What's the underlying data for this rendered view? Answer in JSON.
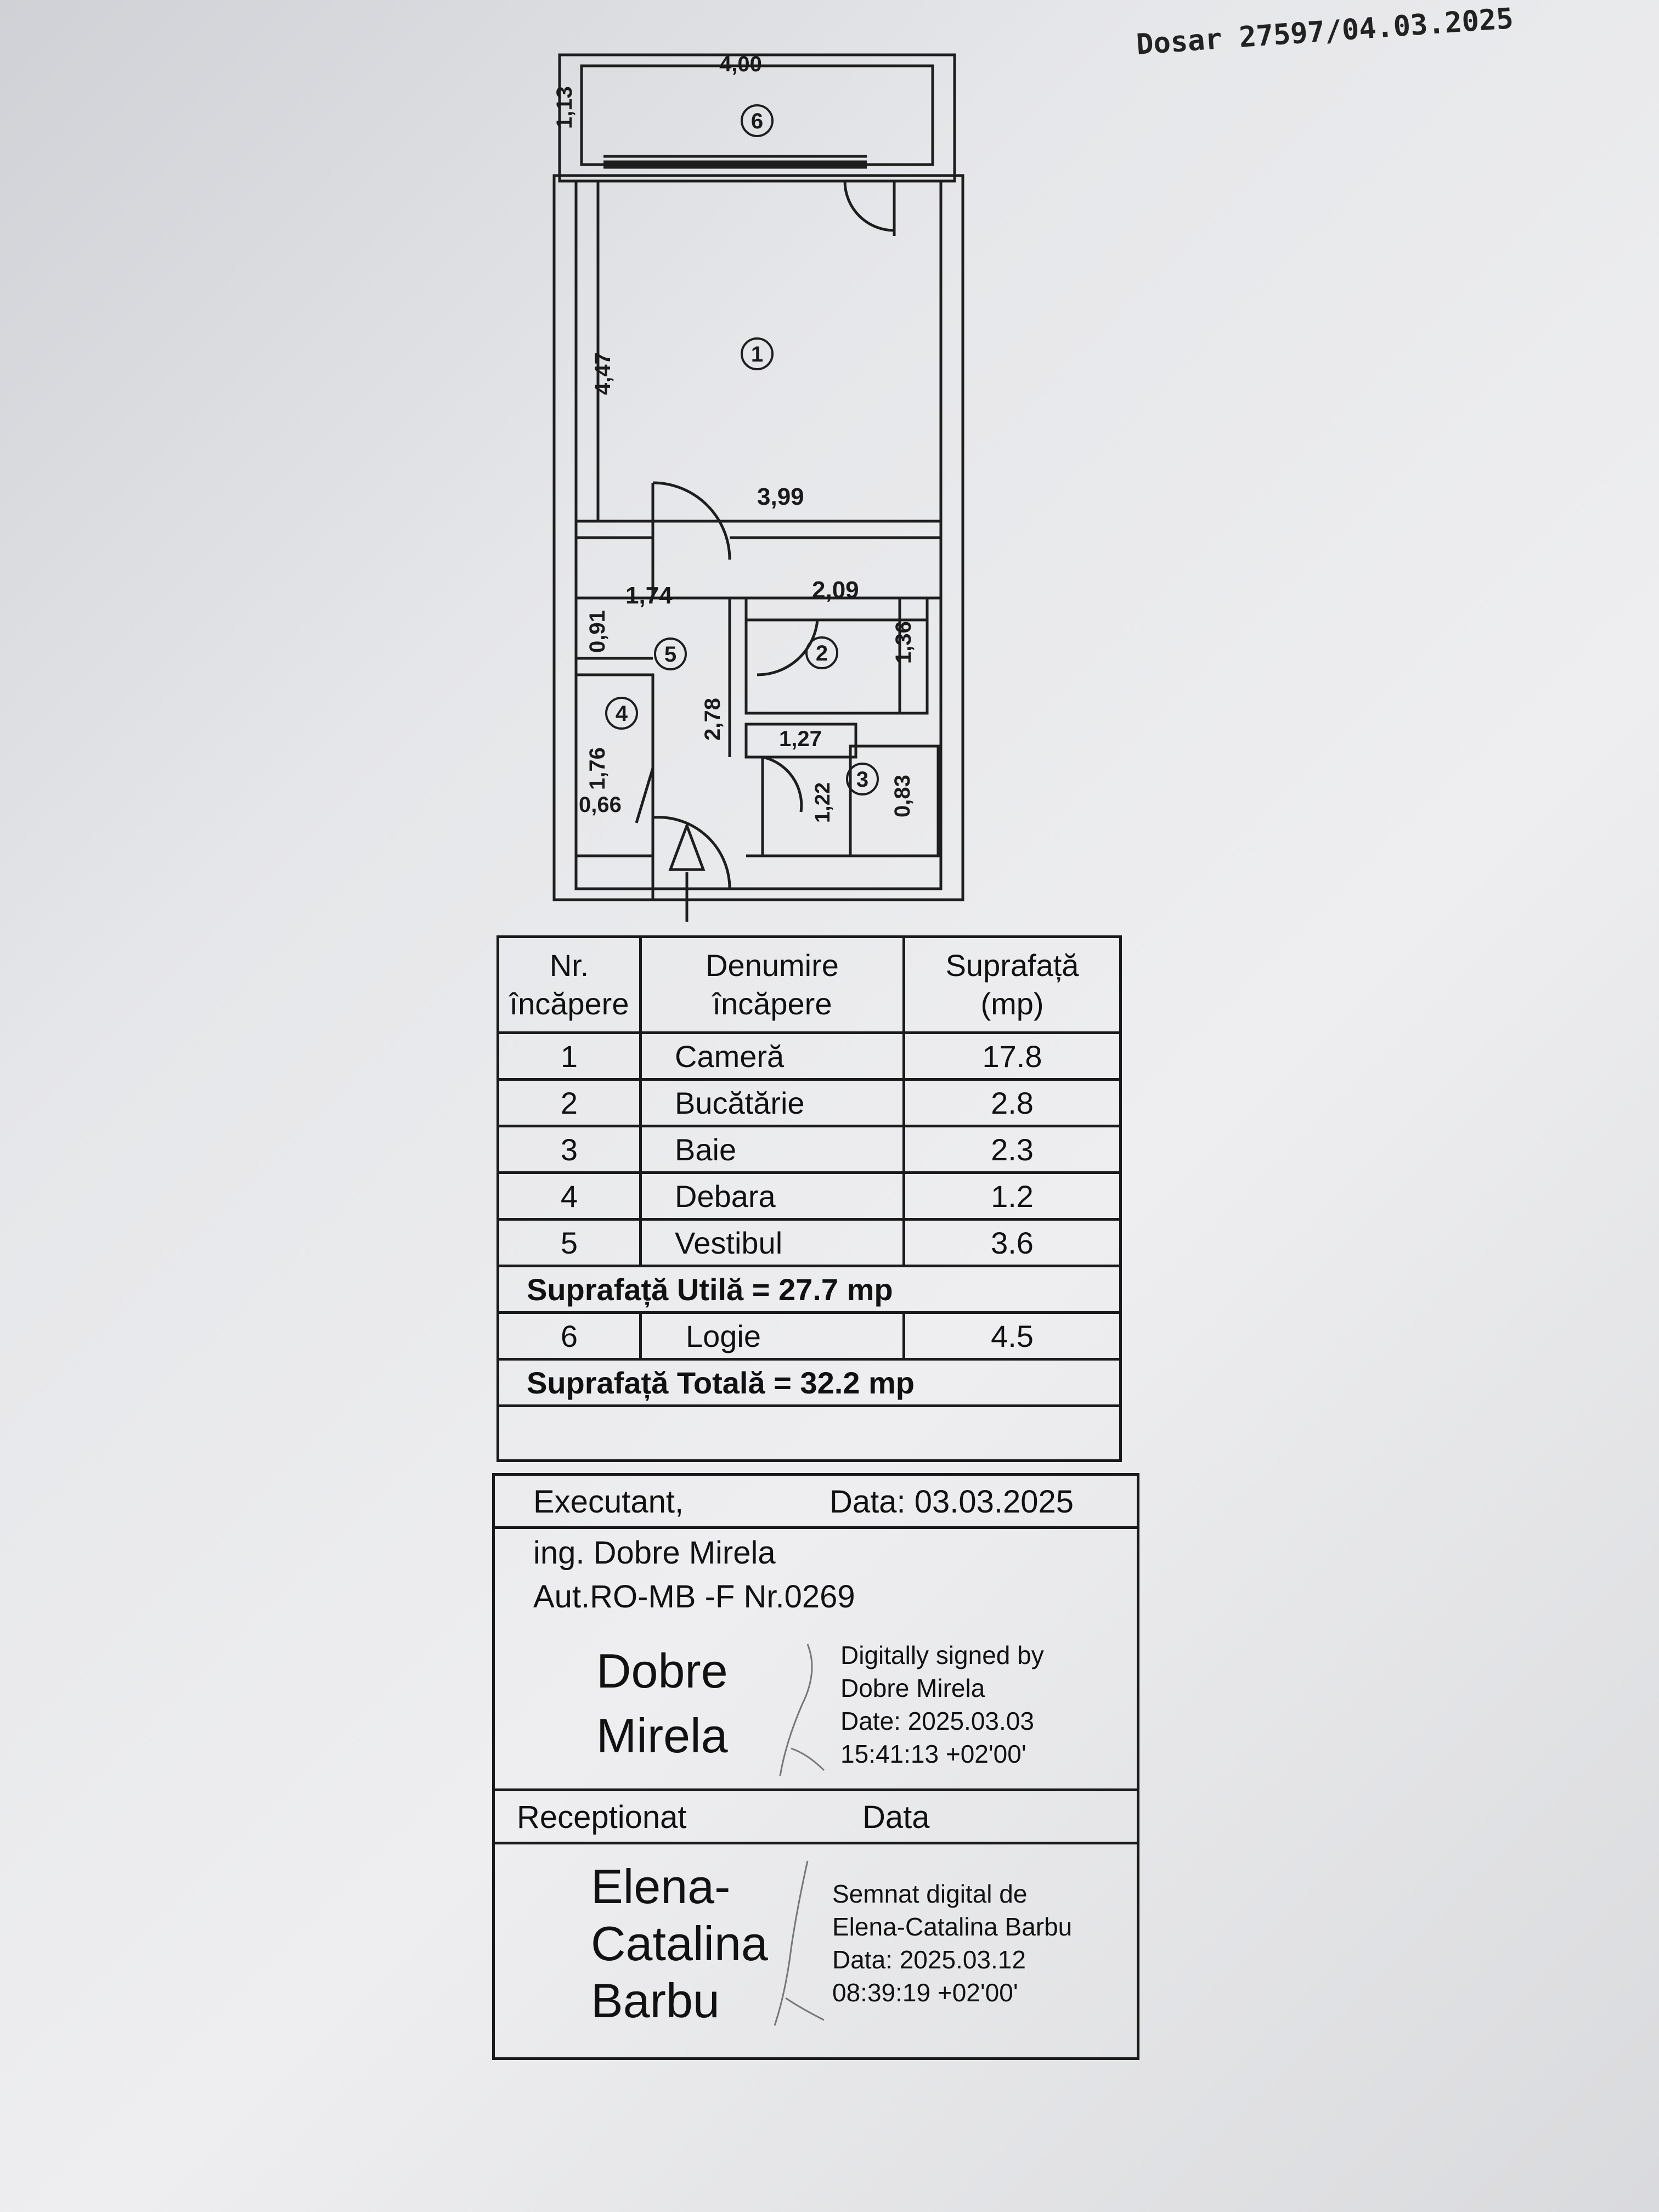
{
  "header": {
    "dosar": "Dosar 27597/04.03.2025"
  },
  "plan": {
    "dims": {
      "d400": "4,00",
      "d113": "1,13",
      "d447": "4,47",
      "d399": "3,99",
      "d091": "0,91",
      "d174": "1,74",
      "d209": "2,09",
      "d136": "1,36",
      "d278": "2,78",
      "d127": "1,27",
      "d122": "1,22",
      "d083": "0,83",
      "d176": "1,76",
      "d066": "0,66"
    },
    "rooms": {
      "r1": "1",
      "r2": "2",
      "r3": "3",
      "r4": "4",
      "r5": "5",
      "r6": "6"
    }
  },
  "table": {
    "headers": {
      "nr": "Nr. încăpere",
      "name": "Denumire încăpere",
      "area": "Suprafață (mp)"
    },
    "rows": [
      {
        "nr": "1",
        "name": "Cameră",
        "area": "17.8"
      },
      {
        "nr": "2",
        "name": "Bucătărie",
        "area": "2.8"
      },
      {
        "nr": "3",
        "name": "Baie",
        "area": "2.3"
      },
      {
        "nr": "4",
        "name": "Debara",
        "area": "1.2"
      },
      {
        "nr": "5",
        "name": "Vestibul",
        "area": "3.6"
      }
    ],
    "util_total": "Suprafață Utilă  = 27.7 mp",
    "logie": {
      "nr": "6",
      "name": "Logie",
      "area": "4.5"
    },
    "total": "Suprafață Totală  = 32.2 mp"
  },
  "executant": {
    "label": "Executant,",
    "date": "Data: 03.03.2025",
    "name_line": "ing. Dobre Mirela",
    "auth_line": "Aut.RO-MB -F Nr.0269",
    "big_name_1": "Dobre",
    "big_name_2": "Mirela",
    "sig_1": "Digitally signed by",
    "sig_2": "Dobre Mirela",
    "sig_3": "Date: 2025.03.03",
    "sig_4": "15:41:13 +02'00'"
  },
  "receptionat": {
    "label": "Receptionat",
    "date_label": "Data",
    "big_name_1": "Elena-",
    "big_name_2": "Catalina",
    "big_name_3": "Barbu",
    "sig_1": "Semnat digital de",
    "sig_2": "Elena-Catalina Barbu",
    "sig_3": "Data: 2025.03.12",
    "sig_4": "08:39:19 +02'00'"
  }
}
